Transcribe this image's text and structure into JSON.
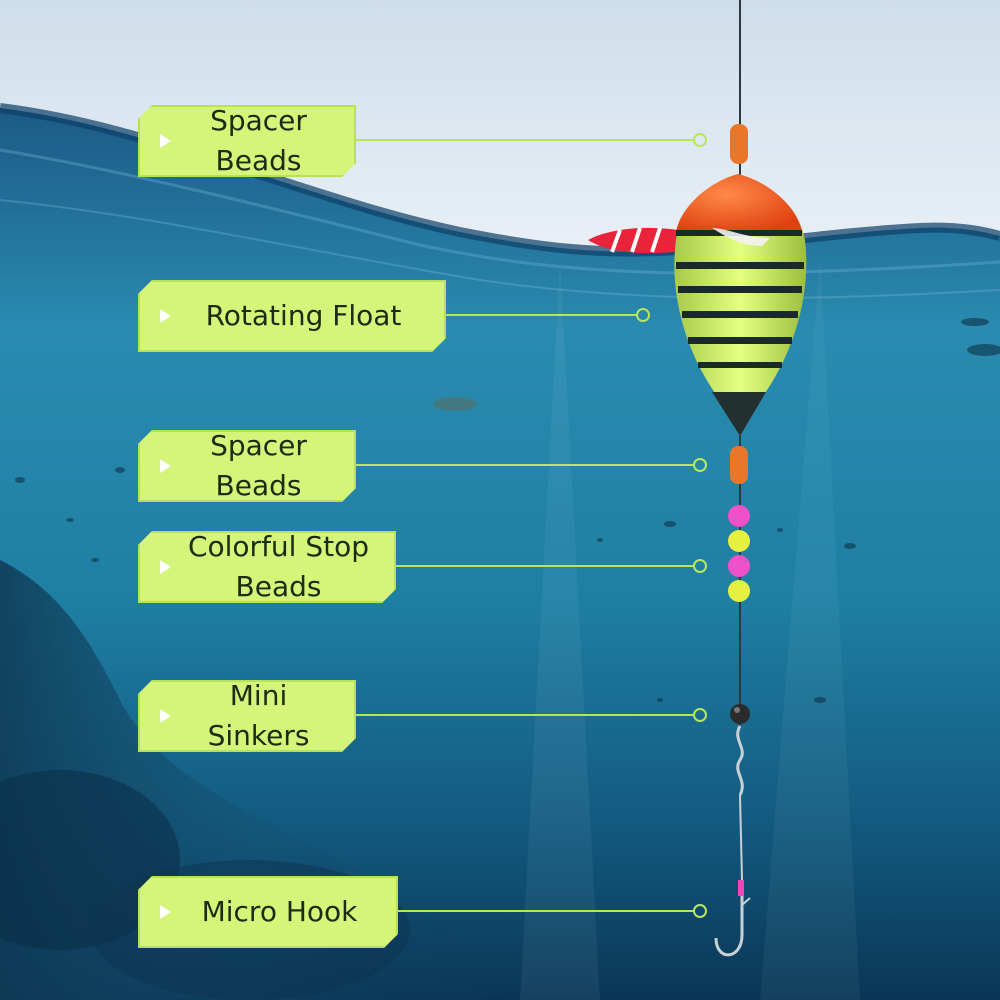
{
  "callouts": [
    {
      "id": "spacer-top",
      "text": "Spacer\nBeads"
    },
    {
      "id": "float",
      "text": "Rotating Float"
    },
    {
      "id": "spacer-mid",
      "text": "Spacer\nBeads"
    },
    {
      "id": "stop-beads",
      "text": "Colorful Stop\nBeads"
    },
    {
      "id": "sinkers",
      "text": "Mini\nSinkers"
    },
    {
      "id": "hook",
      "text": "Micro Hook"
    }
  ],
  "colors": {
    "sky": "#dfe9f2",
    "water_surface": "#1f5e8a",
    "water_deep": "#0b3a5e",
    "label_fill": "#d4f57a",
    "leader_line": "#b7e65a",
    "float_top": "#ff5a1f",
    "float_body": "#d7f56b",
    "float_stripe": "#1a2a2a",
    "spacer_bead": "#e8772a",
    "stop_bead_pink": "#f050c8",
    "stop_bead_yellow": "#e6f040",
    "sinker": "#2b2b2b"
  }
}
